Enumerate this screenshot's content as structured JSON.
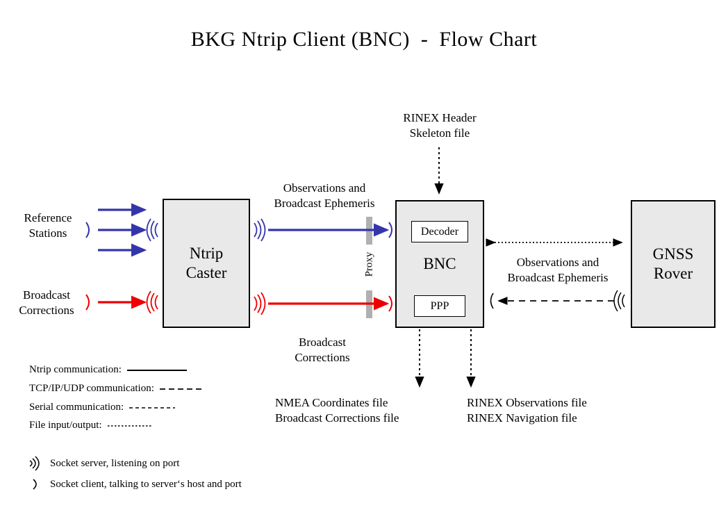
{
  "title": "BKG Ntrip Client (BNC)  -  Flow Chart",
  "colors": {
    "ntrip_blue": "#3535ab",
    "broadcast_red": "#ee0000",
    "box_fill": "#e9e9e9",
    "box_border": "#000000",
    "proxy_gray": "#b0b0b0",
    "line_black": "#000000"
  },
  "nodes": {
    "ntrip_caster": "Ntrip\nCaster",
    "bnc": "BNC",
    "gnss_rover": "GNSS\nRover",
    "decoder": "Decoder",
    "ppp": "PPP"
  },
  "labels": {
    "reference_stations": "Reference\nStations",
    "broadcast_corrections_left": "Broadcast\nCorrections",
    "observations_and_ephemeris_mid": "Observations and\nBroadcast Ephemeris",
    "broadcast_corrections_mid": "Broadcast\nCorrections",
    "rinex_header_skeleton": "RINEX Header\nSkeleton file",
    "observations_and_ephemeris_right": "Observations and\nBroadcast Ephemeris",
    "proxy": "Proxy",
    "nmea_output": "NMEA Coordinates file\nBroadcast Corrections file",
    "rinex_output": "RINEX Observations file\nRINEX Navigation file"
  },
  "legend": {
    "lines": [
      {
        "label": "Ntrip communication:",
        "style": "solid"
      },
      {
        "label": "TCP/IP/UDP communication:",
        "style": "long-dash"
      },
      {
        "label": "Serial communication:",
        "style": "dash-dot"
      },
      {
        "label": "File input/output:",
        "style": "fine-dot"
      }
    ],
    "sockets": [
      {
        "icon": "socket-server-icon",
        "label": "Socket server, listening on port"
      },
      {
        "icon": "socket-client-icon",
        "label": "Socket client, talking to server‘s host and port"
      }
    ]
  }
}
